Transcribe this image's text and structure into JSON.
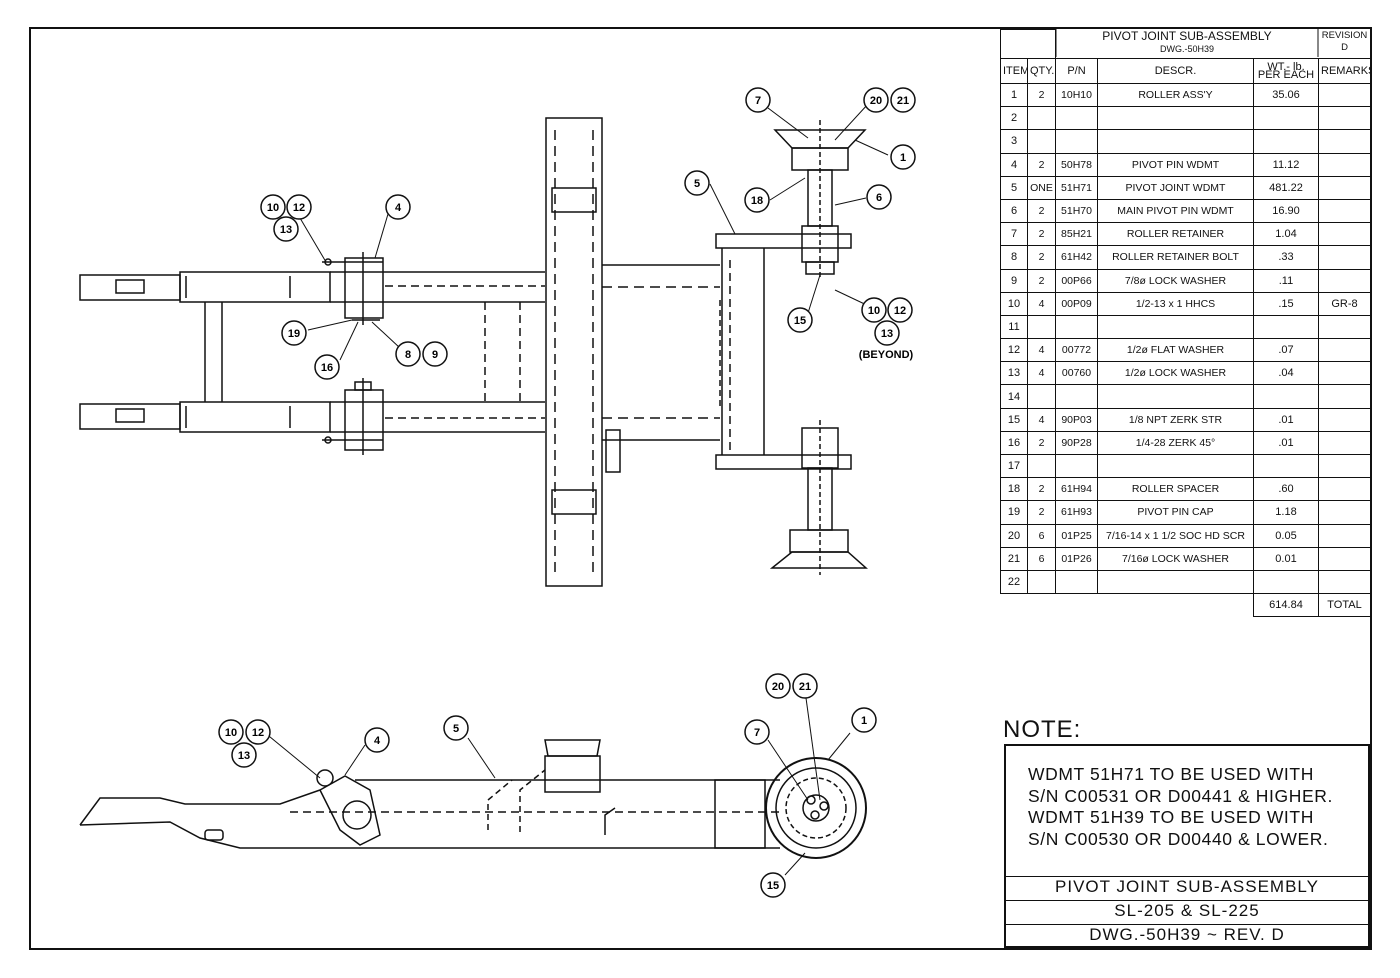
{
  "table": {
    "title": "PIVOT JOINT SUB-ASSEMBLY",
    "dwg": "DWG.-50H39",
    "revision_label": "REVISION",
    "revision": "D",
    "headers": {
      "item": "ITEM",
      "qty": "QTY.",
      "pn": "P/N",
      "descr": "DESCR.",
      "wt_1": "WT.- lb.",
      "wt_2": "PER EACH",
      "remarks": "REMARKS"
    },
    "rows": [
      {
        "item": "1",
        "qty": "2",
        "pn": "10H10",
        "descr": "ROLLER ASS'Y",
        "wt": "35.06",
        "remarks": ""
      },
      {
        "item": "2",
        "qty": "",
        "pn": "",
        "descr": "",
        "wt": "",
        "remarks": ""
      },
      {
        "item": "3",
        "qty": "",
        "pn": "",
        "descr": "",
        "wt": "",
        "remarks": ""
      },
      {
        "item": "4",
        "qty": "2",
        "pn": "50H78",
        "descr": "PIVOT PIN WDMT",
        "wt": "11.12",
        "remarks": ""
      },
      {
        "item": "5",
        "qty": "ONE",
        "pn": "51H71",
        "descr": "PIVOT JOINT WDMT",
        "wt": "481.22",
        "remarks": ""
      },
      {
        "item": "6",
        "qty": "2",
        "pn": "51H70",
        "descr": "MAIN PIVOT PIN WDMT",
        "wt": "16.90",
        "remarks": ""
      },
      {
        "item": "7",
        "qty": "2",
        "pn": "85H21",
        "descr": "ROLLER RETAINER",
        "wt": "1.04",
        "remarks": ""
      },
      {
        "item": "8",
        "qty": "2",
        "pn": "61H42",
        "descr": "ROLLER RETAINER BOLT",
        "wt": ".33",
        "remarks": ""
      },
      {
        "item": "9",
        "qty": "2",
        "pn": "00P66",
        "descr": "7/8ø LOCK WASHER",
        "wt": ".11",
        "remarks": ""
      },
      {
        "item": "10",
        "qty": "4",
        "pn": "00P09",
        "descr": "1/2-13 x 1 HHCS",
        "wt": ".15",
        "remarks": "GR-8"
      },
      {
        "item": "11",
        "qty": "",
        "pn": "",
        "descr": "",
        "wt": "",
        "remarks": ""
      },
      {
        "item": "12",
        "qty": "4",
        "pn": "00772",
        "descr": "1/2ø FLAT WASHER",
        "wt": ".07",
        "remarks": ""
      },
      {
        "item": "13",
        "qty": "4",
        "pn": "00760",
        "descr": "1/2ø LOCK WASHER",
        "wt": ".04",
        "remarks": ""
      },
      {
        "item": "14",
        "qty": "",
        "pn": "",
        "descr": "",
        "wt": "",
        "remarks": ""
      },
      {
        "item": "15",
        "qty": "4",
        "pn": "90P03",
        "descr": "1/8 NPT ZERK STR",
        "wt": ".01",
        "remarks": ""
      },
      {
        "item": "16",
        "qty": "2",
        "pn": "90P28",
        "descr": "1/4-28 ZERK 45°",
        "wt": ".01",
        "remarks": ""
      },
      {
        "item": "17",
        "qty": "",
        "pn": "",
        "descr": "",
        "wt": "",
        "remarks": ""
      },
      {
        "item": "18",
        "qty": "2",
        "pn": "61H94",
        "descr": "ROLLER SPACER",
        "wt": ".60",
        "remarks": ""
      },
      {
        "item": "19",
        "qty": "2",
        "pn": "61H93",
        "descr": "PIVOT PIN CAP",
        "wt": "1.18",
        "remarks": ""
      },
      {
        "item": "20",
        "qty": "6",
        "pn": "01P25",
        "descr": "7/16-14 x 1 1/2 SOC HD SCR",
        "wt": "0.05",
        "remarks": ""
      },
      {
        "item": "21",
        "qty": "6",
        "pn": "01P26",
        "descr": "7/16ø LOCK WASHER",
        "wt": "0.01",
        "remarks": ""
      },
      {
        "item": "22",
        "qty": "",
        "pn": "",
        "descr": "",
        "wt": "",
        "remarks": ""
      }
    ],
    "total_value": "614.84",
    "total_label": "TOTAL"
  },
  "note": {
    "label": "NOTE:",
    "text": "WDMT 51H71 TO BE USED WITH\nS/N C00531 OR D00441 & HIGHER.\nWDMT 51H39 TO BE USED WITH\nS/N C00530 OR D00440 & LOWER."
  },
  "title_block": {
    "line1": "PIVOT JOINT SUB-ASSEMBLY",
    "line2": "SL-205 & SL-225",
    "line3": "DWG.-50H39 ~ REV. D"
  },
  "callouts": {
    "beyond_label": "(BEYOND)",
    "top_view": [
      "1",
      "4",
      "5",
      "6",
      "7",
      "8",
      "9",
      "10",
      "12",
      "13",
      "15",
      "16",
      "18",
      "19",
      "20",
      "21"
    ],
    "side_view": [
      "1",
      "4",
      "5",
      "7",
      "10",
      "12",
      "13",
      "15",
      "20",
      "21"
    ]
  }
}
